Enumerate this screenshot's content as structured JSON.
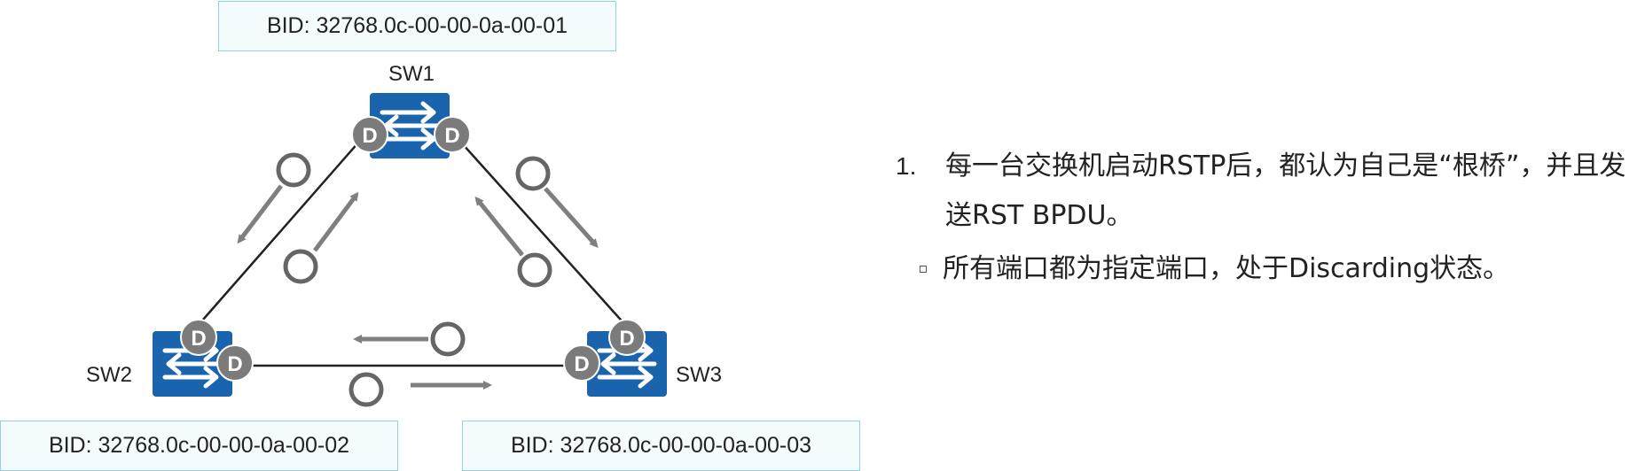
{
  "colors": {
    "switch_fill": "#1a64ad",
    "port_fill": "#7b7b7b",
    "arrow_color": "#7f7f7f",
    "link_color": "#222222",
    "bid_border": "#8fd3e6"
  },
  "switches": {
    "sw1": {
      "label": "SW1",
      "bid": "BID: 32768.0c-00-00-0a-00-01"
    },
    "sw2": {
      "label": "SW2",
      "bid": "BID: 32768.0c-00-00-0a-00-02"
    },
    "sw3": {
      "label": "SW3",
      "bid": "BID: 32768.0c-00-00-0a-00-03"
    }
  },
  "port_role_letter": "D",
  "text": {
    "step_number": "1.",
    "step_text": "每一台交换机启动RSTP后，都认为自己是“根桥”，并且发送RST BPDU。",
    "sub_point": "所有端口都为指定端口，处于Discarding状态。"
  }
}
